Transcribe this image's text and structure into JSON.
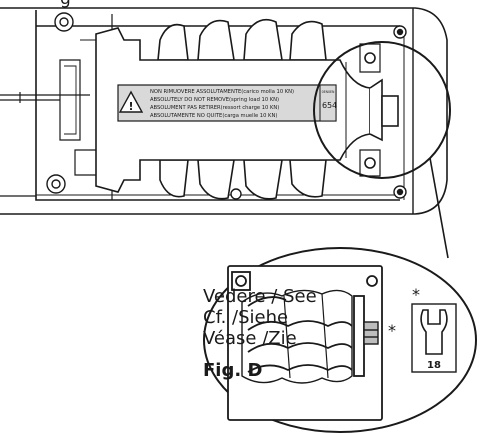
{
  "caption_fragment": "g",
  "warning_label": {
    "lines": [
      "NON RIMUOVERE ASSOLUTAMENTE(carico molla 10 KN)",
      "ABSOLUTELY DO NOT REMOVE(spring load 10 KN)",
      "ABSOLUMENT PAS RETIRER(ressort charge 10 KN)",
      "ABSOLUTAMENTE NO QUITE(carga muelle 10 KN)"
    ],
    "warning_symbol": "!",
    "code_header": "0EN0EN",
    "codes": [
      "6",
      "5",
      "4"
    ]
  },
  "reference_text": {
    "line1": "Vedere / See",
    "line2": "Cf. /Siehe",
    "line3": "Véase /Zie"
  },
  "figure_label": "Fig. D",
  "detail": {
    "asterisk_bolt": "*",
    "asterisk_wrench": "*",
    "wrench_size": "18"
  },
  "icons": [
    "warning-triangle-icon",
    "wrench-icon",
    "hex-nut-icon",
    "screw-icon"
  ],
  "colors": {
    "line": "#1a1a1a",
    "label_fill": "#d9d9d9",
    "background": "#ffffff"
  }
}
